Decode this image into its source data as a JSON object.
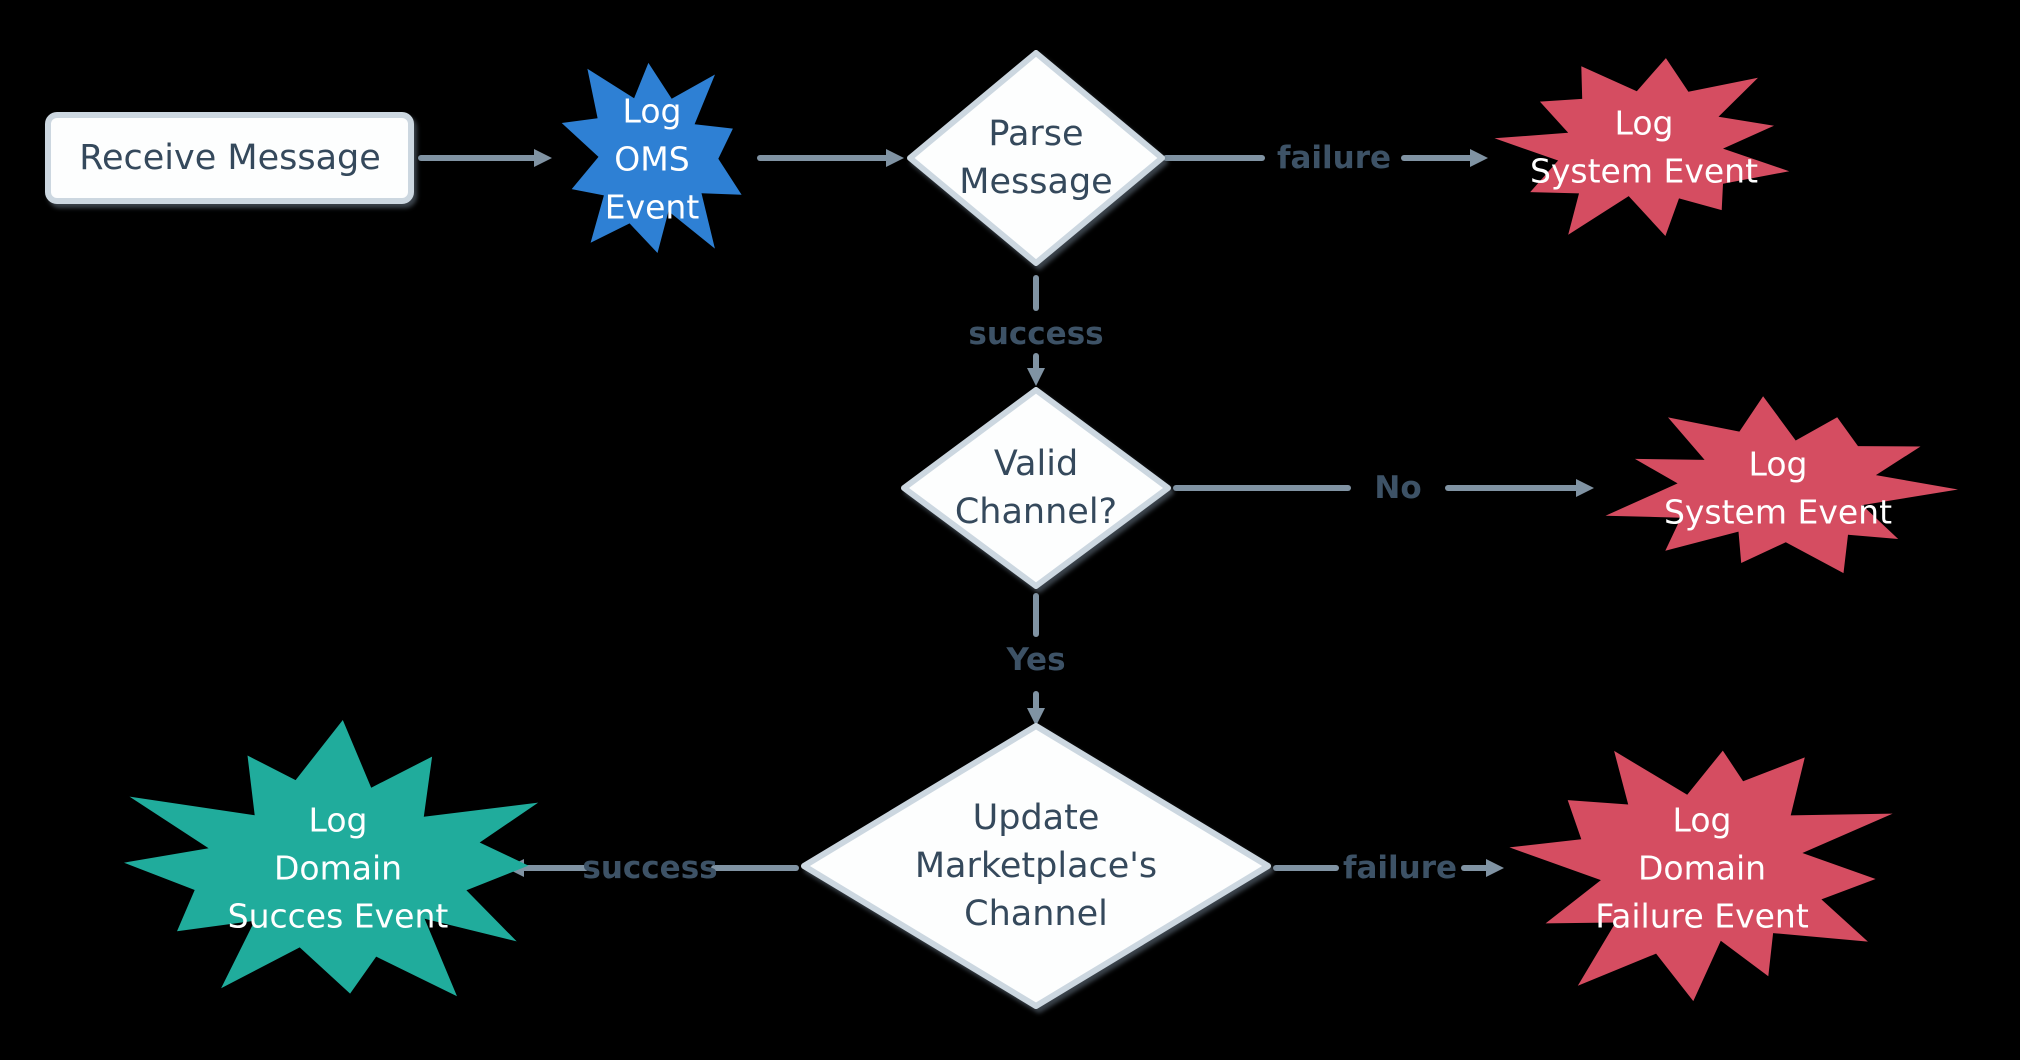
{
  "colors": {
    "background": "#000000",
    "node_fill": "#fdfefe",
    "node_border": "#ccd7e0",
    "node_text": "#35495c",
    "blue": "#2e80d4",
    "red": "#d54d61",
    "teal": "#20ac9c",
    "arrow": "#8093a3",
    "edge_label": "#3d5266",
    "star_text": "#ffffff"
  },
  "nodes": {
    "receive_message": {
      "label": "Receive Message"
    },
    "log_oms_event": {
      "lines": [
        "Log",
        "OMS",
        "Event"
      ]
    },
    "parse_message": {
      "lines": [
        "Parse",
        "Message"
      ]
    },
    "log_system_event_top": {
      "lines": [
        "Log",
        "System Event"
      ]
    },
    "valid_channel": {
      "lines": [
        "Valid",
        "Channel?"
      ]
    },
    "log_system_event_mid": {
      "lines": [
        "Log",
        "System Event"
      ]
    },
    "update_marketplace_channel": {
      "lines": [
        "Update",
        "Marketplace's",
        "Channel"
      ]
    },
    "log_domain_succes_event": {
      "lines": [
        "Log",
        "Domain",
        "Succes Event"
      ]
    },
    "log_domain_failure_event": {
      "lines": [
        "Log",
        "Domain",
        "Failure Event"
      ]
    }
  },
  "edges": {
    "parse_failure": "failure",
    "parse_success": "success",
    "valid_no": "No",
    "valid_yes": "Yes",
    "update_success": "success",
    "update_failure": "failure"
  }
}
